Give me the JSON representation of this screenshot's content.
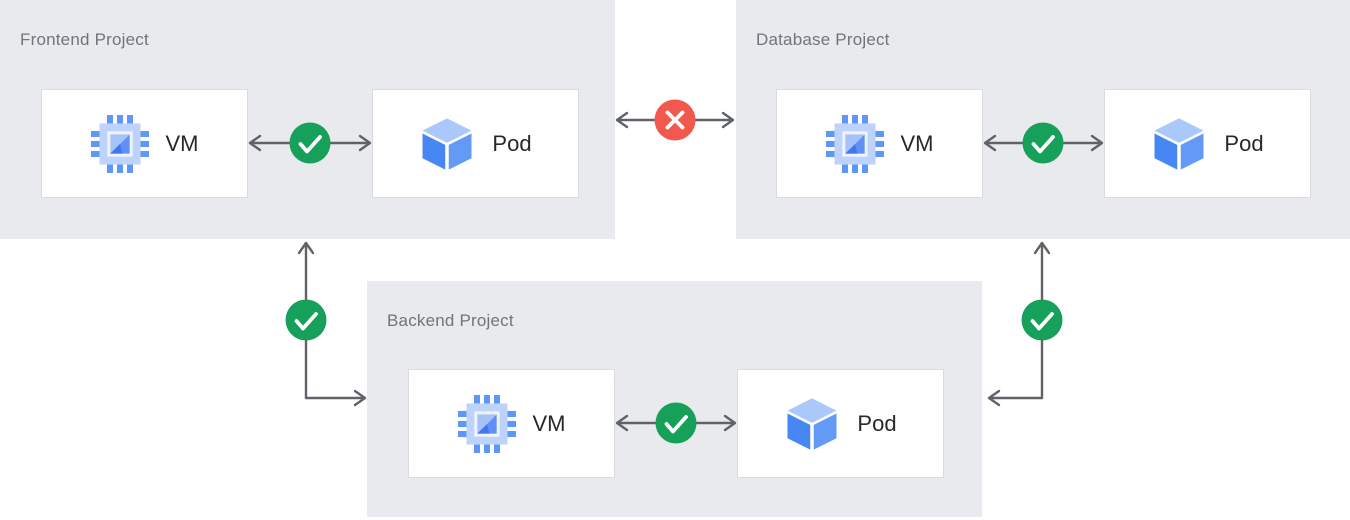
{
  "projects": [
    {
      "title": "Frontend Project",
      "nodes": [
        {
          "label": "VM"
        },
        {
          "label": "Pod"
        }
      ]
    },
    {
      "title": "Database Project",
      "nodes": [
        {
          "label": "VM"
        },
        {
          "label": "Pod"
        }
      ]
    },
    {
      "title": "Backend Project",
      "nodes": [
        {
          "label": "VM"
        },
        {
          "label": "Pod"
        }
      ]
    }
  ],
  "connections": [
    {
      "from": "Frontend Project VM",
      "to": "Frontend Project Pod",
      "status": "allowed",
      "icon": "check-icon"
    },
    {
      "from": "Database Project VM",
      "to": "Database Project Pod",
      "status": "allowed",
      "icon": "check-icon"
    },
    {
      "from": "Backend Project VM",
      "to": "Backend Project Pod",
      "status": "allowed",
      "icon": "check-icon"
    },
    {
      "from": "Frontend Project",
      "to": "Database Project",
      "status": "blocked",
      "icon": "x-icon"
    },
    {
      "from": "Frontend Project",
      "to": "Backend Project",
      "status": "allowed",
      "icon": "check-icon"
    },
    {
      "from": "Database Project",
      "to": "Backend Project",
      "status": "allowed",
      "icon": "check-icon"
    }
  ],
  "icons": {
    "vm": "compute-engine-chip-icon",
    "pod": "pod-cube-icon",
    "allowed": "check-icon",
    "blocked": "x-icon"
  },
  "colors": {
    "allowed_green": "#17a05a",
    "blocked_red": "#f2584d",
    "panel_bg": "#e8eaed",
    "node_bg": "#ffffff",
    "node_border": "#dadce0",
    "arrow_gray": "#5f6368",
    "title_gray": "#70757a",
    "label_dark": "#26282b",
    "icon_blue": "#4285f4",
    "icon_light_blue": "#aecbfa"
  }
}
